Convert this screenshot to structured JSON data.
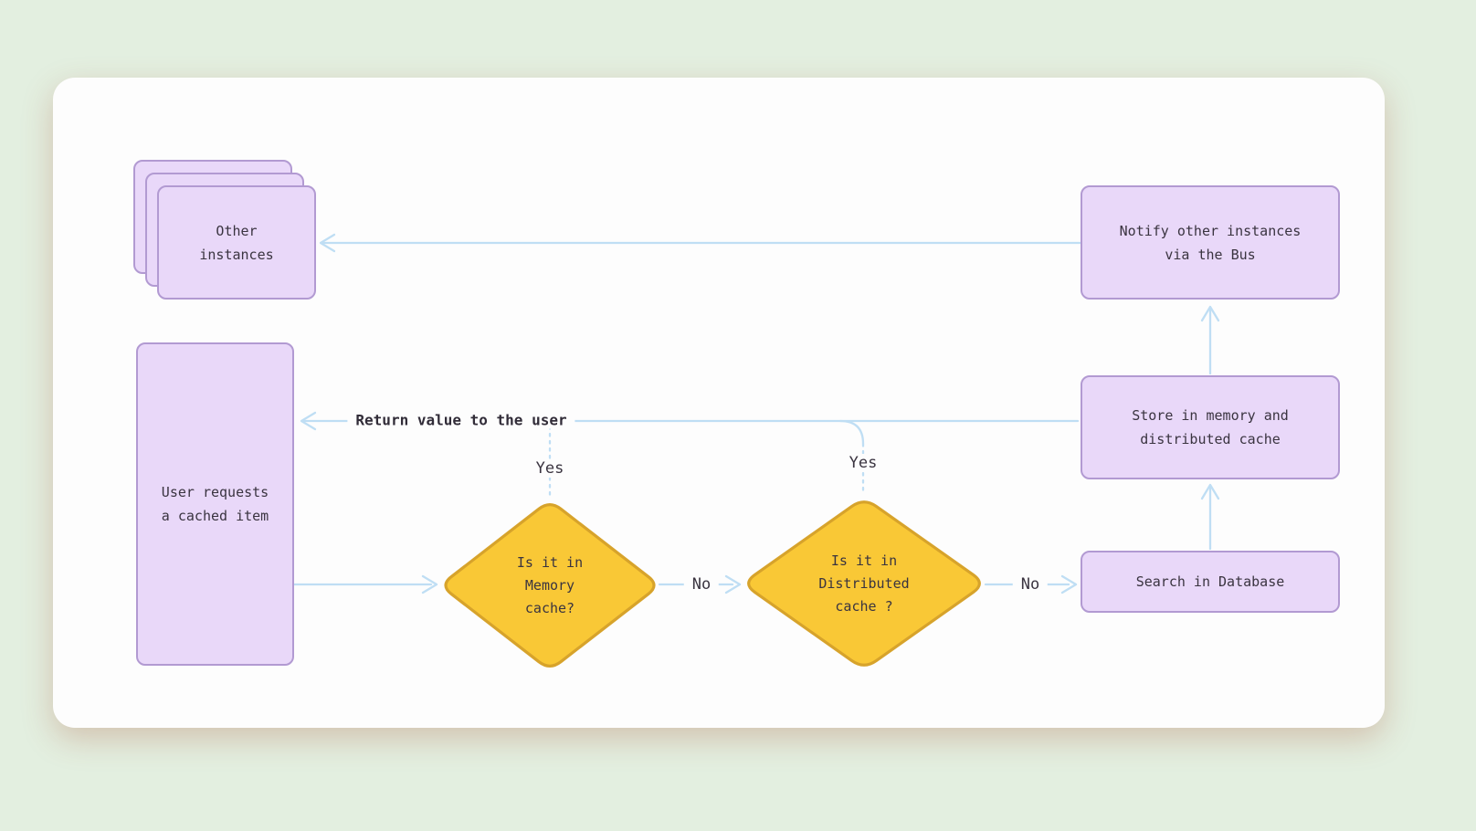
{
  "diagram": {
    "nodes": {
      "other_instances": {
        "label": "Other\ninstances"
      },
      "notify_bus": {
        "label": "Notify other instances\nvia the Bus"
      },
      "user_request": {
        "label": "User requests\na cached item"
      },
      "memory_cache_decision": {
        "label": "Is it in\nMemory\ncache?"
      },
      "distributed_cache_decision": {
        "label": "Is it in\nDistributed\ncache ?"
      },
      "store_cache": {
        "label": "Store in memory and\ndistributed cache"
      },
      "search_database": {
        "label": "Search in Database"
      }
    },
    "edge_labels": {
      "return_value": "Return value to the user",
      "yes_memory": "Yes",
      "yes_distributed": "Yes",
      "no_memory": "No",
      "no_distributed": "No"
    },
    "colors": {
      "process_fill": "#e9d8f9",
      "process_border": "#b29ad2",
      "decision_fill": "#f9c836",
      "decision_border": "#d7a32b",
      "connector": "#bfdef4",
      "text": "#3a3440",
      "card_bg": "#fdfdfd",
      "bg_top_left": "#f28b76",
      "bg_top_right": "#fdf0ae",
      "bg_bottom": "#f2a276"
    }
  }
}
